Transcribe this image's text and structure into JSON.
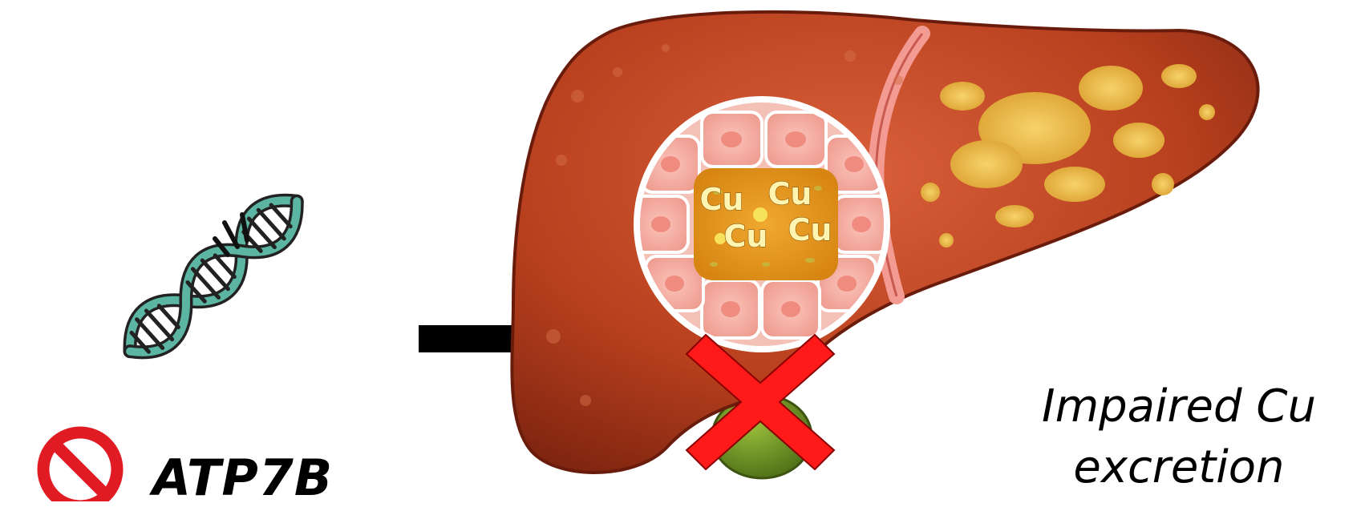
{
  "gene": {
    "name": "ATP7B",
    "icon": "dna-helix-icon",
    "status_icon": "prohibited-icon",
    "status_color": "#e01b24"
  },
  "liver": {
    "icon": "liver-illustration",
    "copper_labels": [
      "Cu",
      "Cu",
      "Cu",
      "Cu"
    ],
    "blocked_icon": "red-x-icon",
    "blocked_color": "#ff1a1a"
  },
  "result": {
    "line1": "Impaired Cu",
    "line2": "excretion"
  },
  "colors": {
    "liver": "#b8401e",
    "fat_deposits": "#f2c14e",
    "hepatocyte": "#f7b3a8",
    "bile_lumen": "#e89a22",
    "gallbladder": "#6b8e23",
    "dna_strand": "#5bb5a2"
  }
}
